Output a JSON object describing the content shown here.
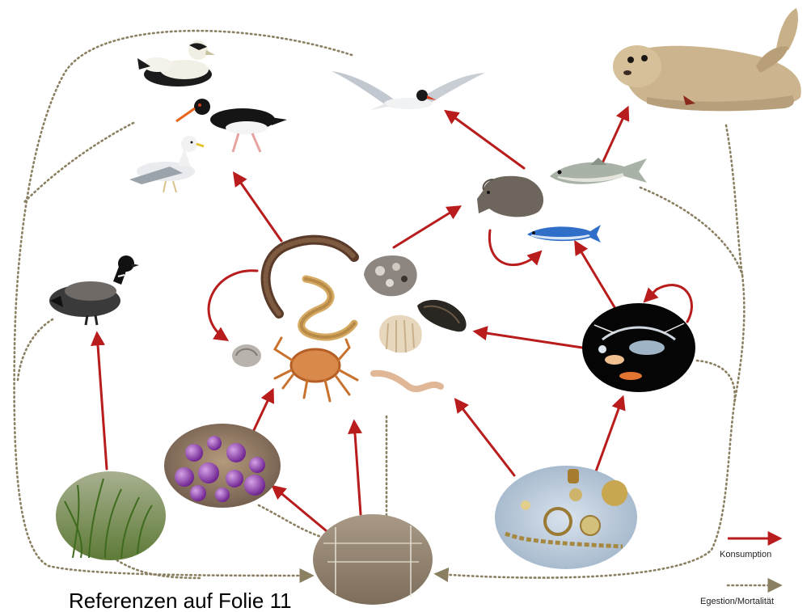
{
  "caption": "Referenzen auf Folie 11",
  "legend": {
    "consumption": "Konsumption",
    "egestion": "Egestion/Mortalität"
  },
  "colors": {
    "consumption_arrow": "#b81c1c",
    "egestion_dots": "#8a7f60",
    "background": "#ffffff"
  },
  "organisms": [
    "eider-duck",
    "oystercatcher",
    "herring-gull",
    "arctic-tern",
    "harbour-seal",
    "brent-goose",
    "flatfish",
    "cod",
    "sprat",
    "polychaete-worms",
    "crab",
    "cockle",
    "mussel",
    "barnacles",
    "small-snail",
    "zooplankton",
    "bacteria",
    "seagrass",
    "detritus-sediment",
    "phytoplankton"
  ]
}
